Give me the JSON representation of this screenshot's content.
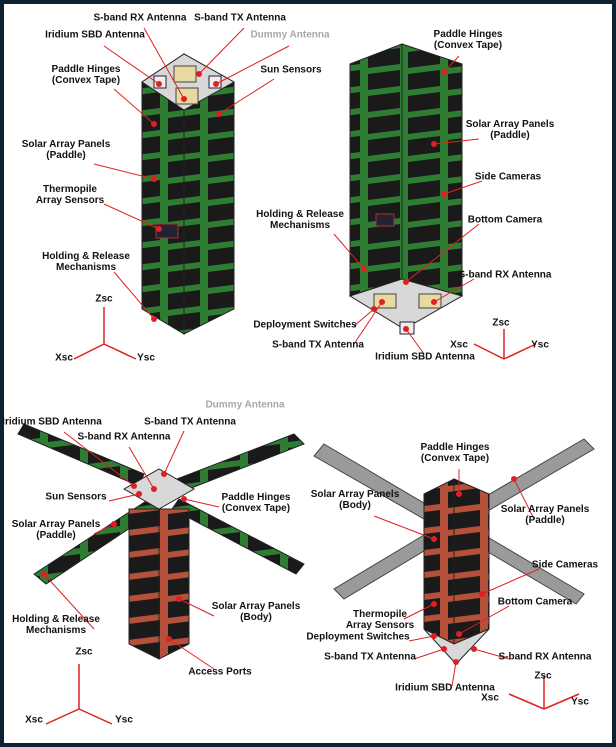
{
  "panels": [
    {
      "labels": [
        "S-band RX Antenna",
        "S-band TX Antenna",
        "Iridium SBD Antenna",
        "Dummy Antenna",
        "Paddle Hinges\n(Convex Tape)",
        "Sun Sensors",
        "Solar Array Panels\n(Paddle)",
        "Thermopile\nArray Sensors",
        "Holding & Release\nMechanisms"
      ],
      "axes": [
        "Zsc",
        "Xsc",
        "Ysc"
      ]
    },
    {
      "labels": [
        "Paddle Hinges\n(Convex Tape)",
        "Solar Array Panels\n(Paddle)",
        "Side Cameras",
        "Holding & Release\nMechanisms",
        "Bottom Camera",
        "S-band RX Antenna",
        "Deployment Switches",
        "S-band TX Antenna",
        "Iridium SBD Antenna"
      ],
      "axes": [
        "Zsc",
        "Xsc",
        "Ysc"
      ]
    },
    {
      "labels": [
        "Dummy Antenna",
        "S-band TX Antenna",
        "Iridium SBD Antenna",
        "S-band RX Antenna",
        "Sun Sensors",
        "Paddle Hinges\n(Convex Tape)",
        "Solar Array Panels\n(Paddle)",
        "Solar Array Panels\n(Body)",
        "Holding & Release\nMechanisms",
        "Access Ports"
      ],
      "axes": [
        "Zsc",
        "Xsc",
        "Ysc"
      ]
    },
    {
      "labels": [
        "Paddle Hinges\n(Convex Tape)",
        "Solar Array Panels\n(Body)",
        "Solar Array Panels\n(Paddle)",
        "Side Cameras",
        "Thermopile\nArray Sensors",
        "Bottom Camera",
        "Deployment Switches",
        "S-band TX Antenna",
        "S-band RX Antenna",
        "Iridium SBD Antenna"
      ],
      "axes": [
        "Zsc",
        "Xsc",
        "Ysc"
      ]
    }
  ],
  "colors": {
    "frame": "#0d2233",
    "leader": "#e02020",
    "solar": "#2e7d32",
    "cell": "#1a1a1a",
    "body": "#b5503a",
    "paddle_gray": "#9a9a9a",
    "dummy_label": "#a8a8a8"
  }
}
